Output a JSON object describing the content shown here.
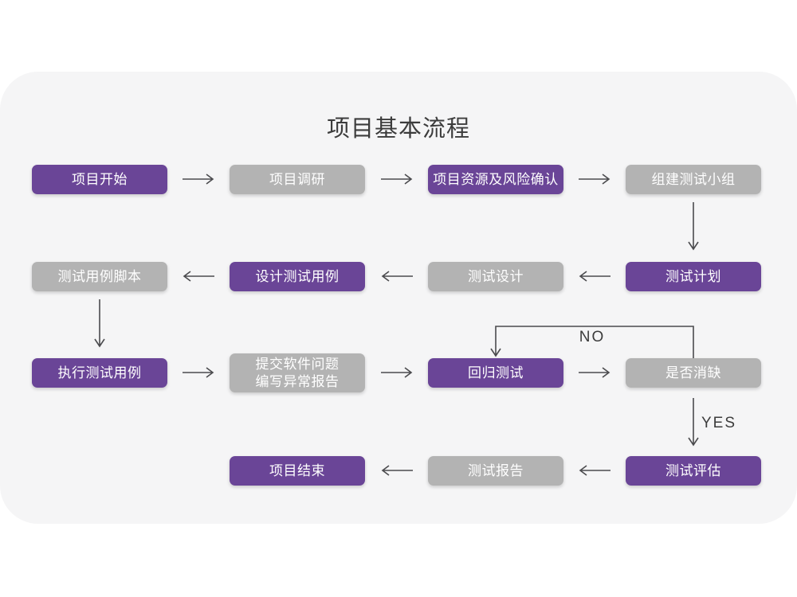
{
  "page": {
    "title": "项目基本流程"
  },
  "colors": {
    "node_purple": "#6A4597",
    "node_gray": "#B3B3B3",
    "card_background": "#F5F5F6",
    "page_background": "#FFFFFF",
    "arrow": "#4B4B4E",
    "text_dark": "#3C3C3C",
    "node_text": "#FFFFFF"
  },
  "flow": {
    "nodes": [
      {
        "id": "project-start",
        "label": "项目开始",
        "variant": "purple",
        "row": 1,
        "col": 1
      },
      {
        "id": "project-research",
        "label": "项目调研",
        "variant": "gray",
        "row": 1,
        "col": 2
      },
      {
        "id": "project-resources-risk",
        "label": "项目资源及风险确认",
        "variant": "purple",
        "row": 1,
        "col": 3
      },
      {
        "id": "build-test-team",
        "label": "组建测试小组",
        "variant": "gray",
        "row": 1,
        "col": 4
      },
      {
        "id": "test-plan",
        "label": "测试计划",
        "variant": "purple",
        "row": 2,
        "col": 4
      },
      {
        "id": "test-design",
        "label": "测试设计",
        "variant": "gray",
        "row": 2,
        "col": 3
      },
      {
        "id": "design-test-cases",
        "label": "设计测试用例",
        "variant": "purple",
        "row": 2,
        "col": 2
      },
      {
        "id": "test-case-script",
        "label": "测试用例脚本",
        "variant": "gray",
        "row": 2,
        "col": 1
      },
      {
        "id": "execute-test-cases",
        "label": "执行测试用例",
        "variant": "purple",
        "row": 3,
        "col": 1
      },
      {
        "id": "submit-issues-report",
        "label": "提交软件问题\n编写异常报告",
        "variant": "gray",
        "row": 3,
        "col": 2
      },
      {
        "id": "regression-test",
        "label": "回归测试",
        "variant": "purple",
        "row": 3,
        "col": 3
      },
      {
        "id": "defect-resolved",
        "label": "是否消缺",
        "variant": "gray",
        "row": 3,
        "col": 4
      },
      {
        "id": "test-evaluation",
        "label": "测试评估",
        "variant": "purple",
        "row": 4,
        "col": 4
      },
      {
        "id": "test-report",
        "label": "测试报告",
        "variant": "gray",
        "row": 4,
        "col": 3
      },
      {
        "id": "project-end",
        "label": "项目结束",
        "variant": "purple",
        "row": 4,
        "col": 2
      }
    ],
    "labels": {
      "no": "NO",
      "yes": "YES"
    }
  }
}
